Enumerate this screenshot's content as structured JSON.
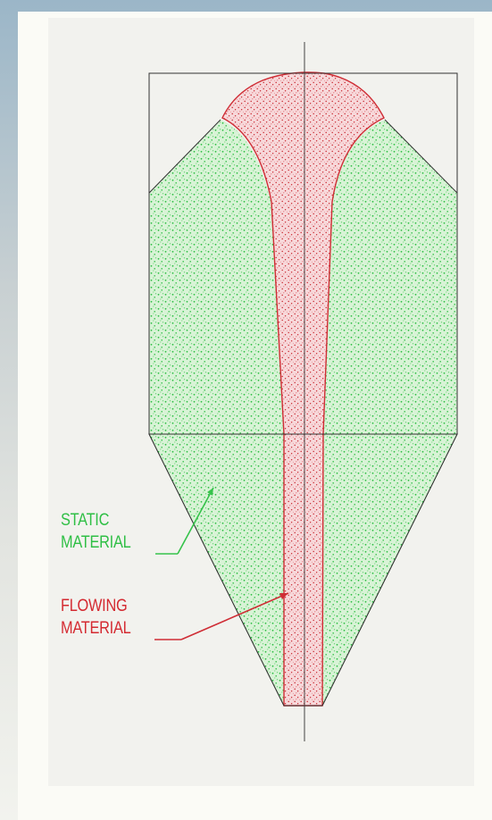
{
  "labels": {
    "static": [
      "STATIC",
      "MATERIAL"
    ],
    "flowing": [
      "FLOWING",
      "MATERIAL"
    ]
  },
  "colors": {
    "static_material": "#36c34b",
    "flowing_material": "#cf2d35",
    "static_fill": "#d8f3d6",
    "flowing_fill": "#f7d4d6",
    "outline": "#2d2d2d",
    "background": "#f2f2ee",
    "page_border": "#9bb6c8"
  }
}
